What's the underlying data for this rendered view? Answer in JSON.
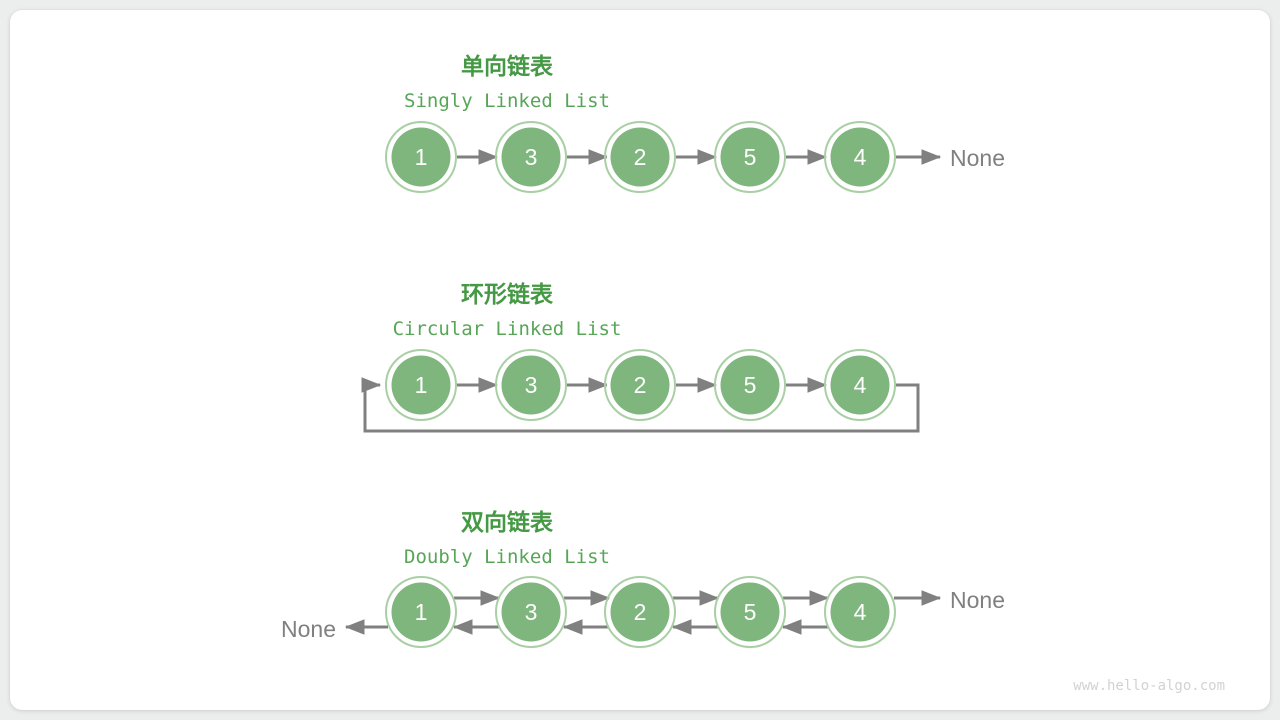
{
  "page": {
    "background_color": "#eceded",
    "card_color": "#ffffff",
    "watermark": "www.hello-algo.com"
  },
  "theme": {
    "node_fill": "#7fb67e",
    "node_ring": "#a9cfa4",
    "node_text": "#ffffff",
    "arrow_color": "#808080",
    "title_color": "#459945",
    "subtitle_color": "#58a558",
    "none_color": "#808080",
    "watermark_color": "#d2d2d2"
  },
  "sections": [
    {
      "id": "singly",
      "title_cn": "单向链表",
      "title_en": "Singly Linked List",
      "nodes": [
        "1",
        "3",
        "2",
        "5",
        "4"
      ],
      "tail_label": "None",
      "head_label": "",
      "has_loop": false,
      "bidirectional": false
    },
    {
      "id": "circular",
      "title_cn": "环形链表",
      "title_en": "Circular Linked List",
      "nodes": [
        "1",
        "3",
        "2",
        "5",
        "4"
      ],
      "tail_label": "",
      "head_label": "",
      "has_loop": true,
      "bidirectional": false
    },
    {
      "id": "doubly",
      "title_cn": "双向链表",
      "title_en": "Doubly Linked List",
      "nodes": [
        "1",
        "3",
        "2",
        "5",
        "4"
      ],
      "tail_label": "None",
      "head_label": "None",
      "has_loop": false,
      "bidirectional": true
    }
  ]
}
